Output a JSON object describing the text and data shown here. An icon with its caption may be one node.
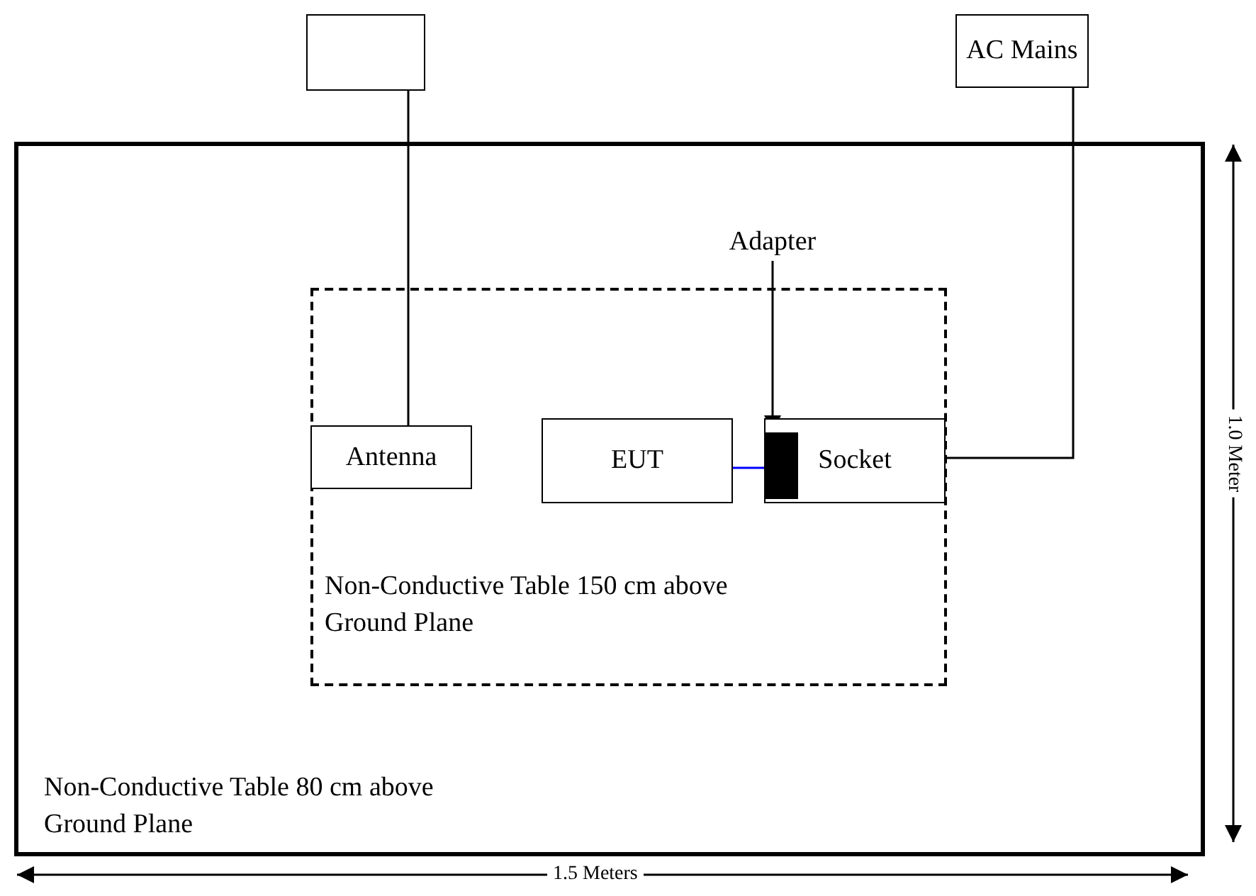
{
  "diagram": {
    "nodes": [
      {
        "text": [
          "Non-Conductive Table 80 cm above Ground Plane"
        ]
      },
      {
        "text": [],
        "shape": "box"
      },
      {
        "text": [
          "AC Mains"
        ]
      },
      {
        "text": [
          "Non-Conductive Table 150 cm above Ground Plane"
        ],
        "in": 0
      },
      {
        "text": [
          "Antenna"
        ],
        "in": 3
      },
      {
        "text": [
          "EUT"
        ],
        "in": 3
      },
      {
        "text": [
          "Socket"
        ],
        "in": 3
      },
      {
        "text": [],
        "shape": "box",
        "in": 6
      },
      {
        "text": [
          "Adapter"
        ],
        "in": 0
      }
    ],
    "edges": [
      {
        "from": 1,
        "to": 4,
        "arrow": "none"
      },
      {
        "from": 2,
        "to": 6,
        "arrow": "none"
      },
      {
        "from": 5,
        "to": 7,
        "arrow": "none",
        "color": "#0000ff"
      },
      {
        "from": 8,
        "to": 7,
        "arrow": "to"
      }
    ],
    "labels": [
      "1.0 Meter",
      "1.5 Meters"
    ]
  }
}
